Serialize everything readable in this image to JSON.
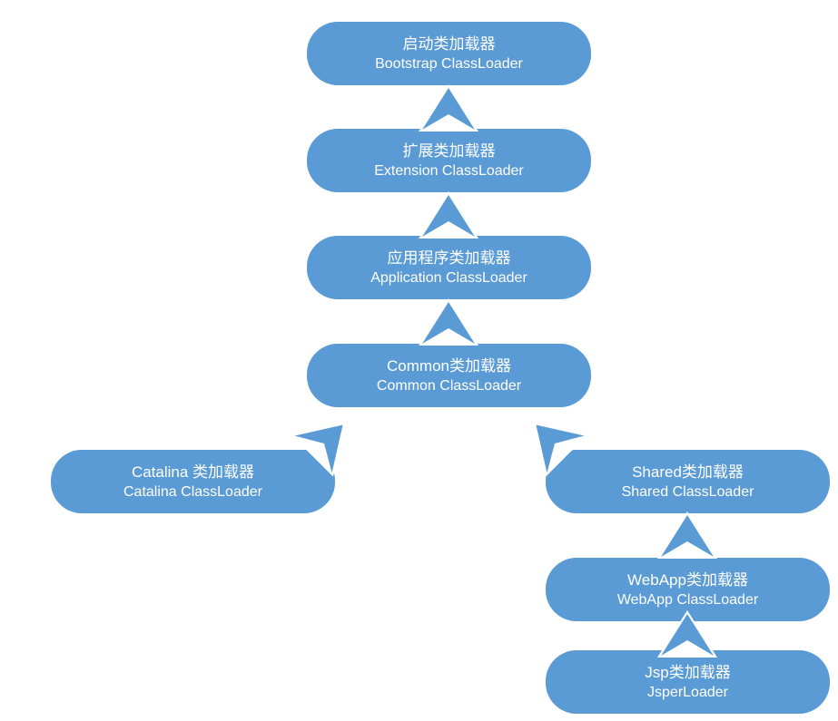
{
  "diagram": {
    "colors": {
      "node_fill": "#5B9BD5",
      "node_text": "#FFFFFF",
      "background": "#FFFFFF"
    },
    "nodes": [
      {
        "id": "bootstrap",
        "label_zh": "启动类加载器",
        "label_en": "Bootstrap ClassLoader"
      },
      {
        "id": "extension",
        "label_zh": "扩展类加载器",
        "label_en": "Extension ClassLoader"
      },
      {
        "id": "application",
        "label_zh": "应用程序类加载器",
        "label_en": "Application ClassLoader"
      },
      {
        "id": "common",
        "label_zh": "Common类加载器",
        "label_en": "Common ClassLoader"
      },
      {
        "id": "catalina",
        "label_zh": "Catalina 类加载器",
        "label_en": "Catalina ClassLoader"
      },
      {
        "id": "shared",
        "label_zh": "Shared类加载器",
        "label_en": "Shared ClassLoader"
      },
      {
        "id": "webapp",
        "label_zh": "WebApp类加载器",
        "label_en": "WebApp ClassLoader"
      },
      {
        "id": "jsp",
        "label_zh": "Jsp类加载器",
        "label_en": "JsperLoader"
      }
    ],
    "edges": [
      {
        "from": "extension",
        "to": "bootstrap",
        "direction": "up"
      },
      {
        "from": "application",
        "to": "extension",
        "direction": "up"
      },
      {
        "from": "common",
        "to": "application",
        "direction": "up"
      },
      {
        "from": "catalina",
        "to": "common",
        "direction": "up-right"
      },
      {
        "from": "shared",
        "to": "common",
        "direction": "up-left"
      },
      {
        "from": "webapp",
        "to": "shared",
        "direction": "up"
      },
      {
        "from": "jsp",
        "to": "webapp",
        "direction": "up"
      }
    ]
  }
}
